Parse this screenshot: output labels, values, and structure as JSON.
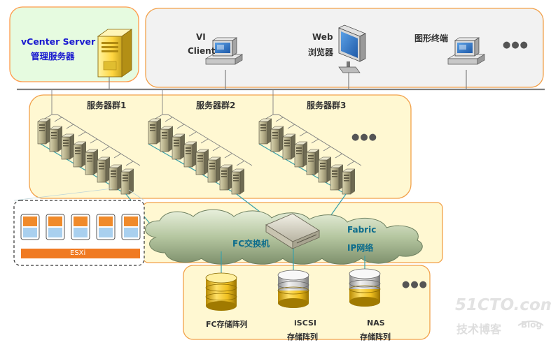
{
  "vcenter": {
    "line1": "vCenter Server",
    "line2": "管理服务器"
  },
  "clients": {
    "vi_line1": "VI",
    "vi_line2": "Client",
    "web_line1": "Web",
    "web_line2": "浏览器",
    "terminal": "图形终端",
    "more": "●●●"
  },
  "clusters": [
    {
      "label": "服务器群1"
    },
    {
      "label": "服务器群2"
    },
    {
      "label": "服务器群3"
    }
  ],
  "cluster_more": "●●●",
  "esxi": {
    "label": "ESXi"
  },
  "network": {
    "fc_switch": "FC交换机",
    "fabric": "Fabric",
    "ip_network": "IP网络"
  },
  "storage": [
    {
      "line1": "FC存储阵列",
      "line2": ""
    },
    {
      "line1": "iSCSI",
      "line2": "存储阵列"
    },
    {
      "line1": "NAS",
      "line2": "存储阵列"
    }
  ],
  "storage_more": "●●●",
  "watermark": {
    "line1": "51CTO.com",
    "line2": "技术博客",
    "line3": "Blog"
  },
  "colors": {
    "panel_green_fill": "#e6fbe0",
    "panel_green_border": "#ff9a4a",
    "panel_gray_fill": "#f2f2f2",
    "panel_yellow_fill": "#fff8d2",
    "panel_border": "#f2a14a",
    "esxi_bar": "#f07a22",
    "vm_top": "#f08a2a",
    "vm_bottom": "#a9d0ef",
    "bus_line": "#808080",
    "teal_link": "#3aa0a8",
    "cloud": "#b9c9a6"
  }
}
